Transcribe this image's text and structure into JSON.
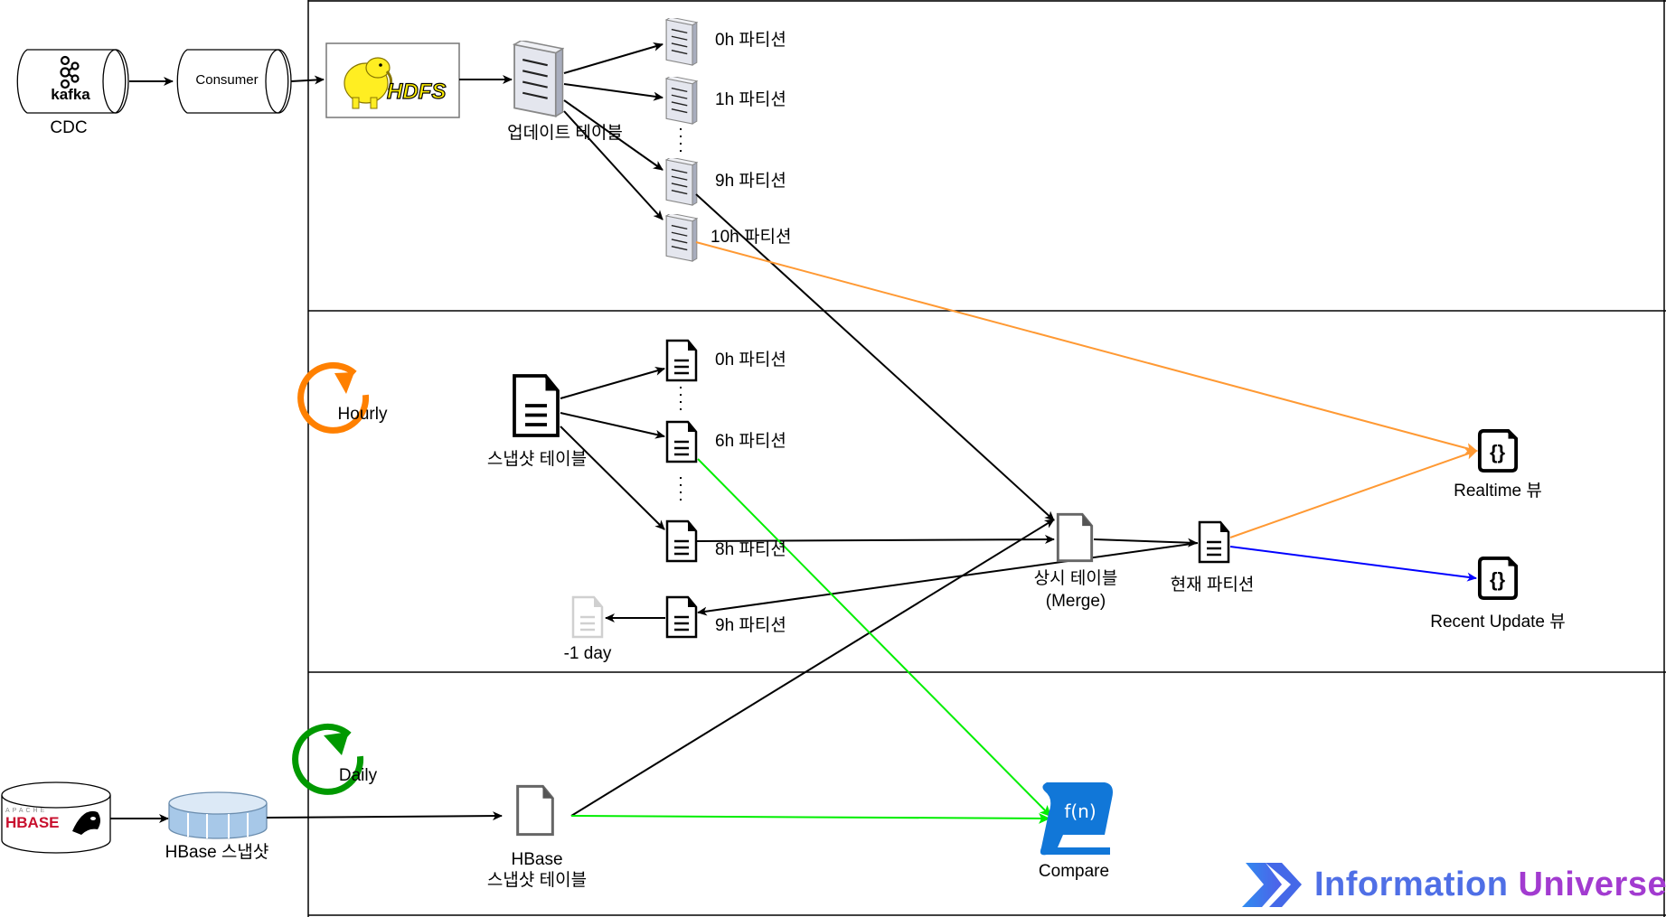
{
  "sources": {
    "kafka": {
      "logo_text": "kafka",
      "caption": "CDC"
    },
    "consumer": {
      "label": "Consumer"
    },
    "hdfs": {
      "logo_text": "HDFS"
    },
    "hbase": {
      "logo_top": "APACHE",
      "logo_text": "HBASE"
    },
    "hbase_snapshot": {
      "label": "HBase 스냅샷"
    }
  },
  "realtime_lane": {
    "update_table": {
      "label": "업데이트 테이블"
    },
    "partitions": [
      {
        "label": "0h 파티션"
      },
      {
        "label": "1h 파티션"
      },
      {
        "label": "9h 파티션"
      },
      {
        "label": "10h 파티션"
      }
    ],
    "ellipsis": "⋮"
  },
  "hourly_lane": {
    "schedule_label": "Hourly",
    "schedule_color": "#FF8000",
    "snapshot_table": {
      "label": "스냅샷 테이블"
    },
    "partitions": [
      {
        "label": "0h 파티션"
      },
      {
        "label": "6h 파티션"
      },
      {
        "label": "8h 파티션"
      },
      {
        "label": "9h 파티션"
      }
    ],
    "archive": {
      "label": "-1 day"
    },
    "merge_table": {
      "label_line1": "상시 테이블",
      "label_line2": "(Merge)"
    },
    "current_partition": {
      "label": "현재 파티션"
    },
    "views": [
      {
        "label": "Realtime 뷰",
        "glyph": "{}"
      },
      {
        "label": "Recent Update 뷰",
        "glyph": "{}"
      }
    ]
  },
  "daily_lane": {
    "schedule_label": "Daily",
    "schedule_color": "#009900",
    "hbase_snapshot_table": {
      "label_line1": "HBase",
      "label_line2": "스냅샷 테이블"
    },
    "compare": {
      "label": "Compare",
      "glyph": "f(n)"
    }
  },
  "edge_colors": {
    "default": "#000000",
    "realtime": "#FF9933",
    "recent": "#0000FF",
    "compare": "#00EE00"
  },
  "branding": {
    "word1": "Information",
    "word2": "Universe",
    "color1": "#3B82F6",
    "color2": "#C026D3"
  }
}
